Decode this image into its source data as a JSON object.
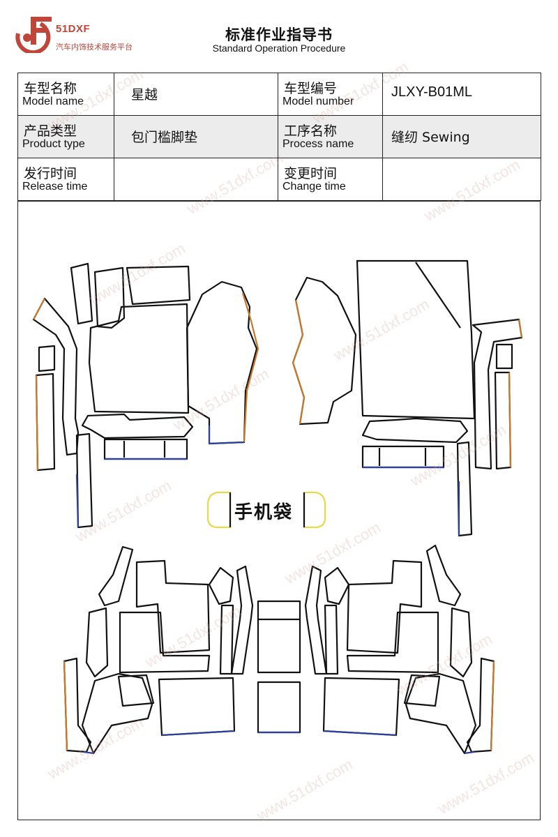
{
  "header": {
    "logo_brand": "51DXF",
    "logo_tagline": "汽车内饰技术服务平台",
    "title_cn": "标准作业指导书",
    "title_en": "Standard Operation Procedure"
  },
  "info_table": {
    "model_name_label_cn": "车型名称",
    "model_name_label_en": "Model name",
    "model_name_value": "星越",
    "model_number_label_cn": "车型编号",
    "model_number_label_en": "Model number",
    "model_number_value": "JLXY-B01ML",
    "product_type_label_cn": "产品类型",
    "product_type_label_en": "Product type",
    "product_type_value": "包门槛脚垫",
    "process_name_label_cn": "工序名称",
    "process_name_label_en": "Process name",
    "process_name_value": "缝纫 Sewing",
    "release_time_label_cn": "发行时间",
    "release_time_label_en": "Release time",
    "release_time_value": "",
    "change_time_label_cn": "变更时间",
    "change_time_label_en": "Change time",
    "change_time_value": ""
  },
  "drawing": {
    "pocket_label": "手机袋",
    "watermark_text": "www.51dxf.com",
    "colors": {
      "outline": "#111111",
      "edge_blue": "#2f3f9e",
      "edge_orange": "#c9782a",
      "pocket_yellow": "#e8d84a",
      "logo_red": "#c0453a"
    }
  }
}
